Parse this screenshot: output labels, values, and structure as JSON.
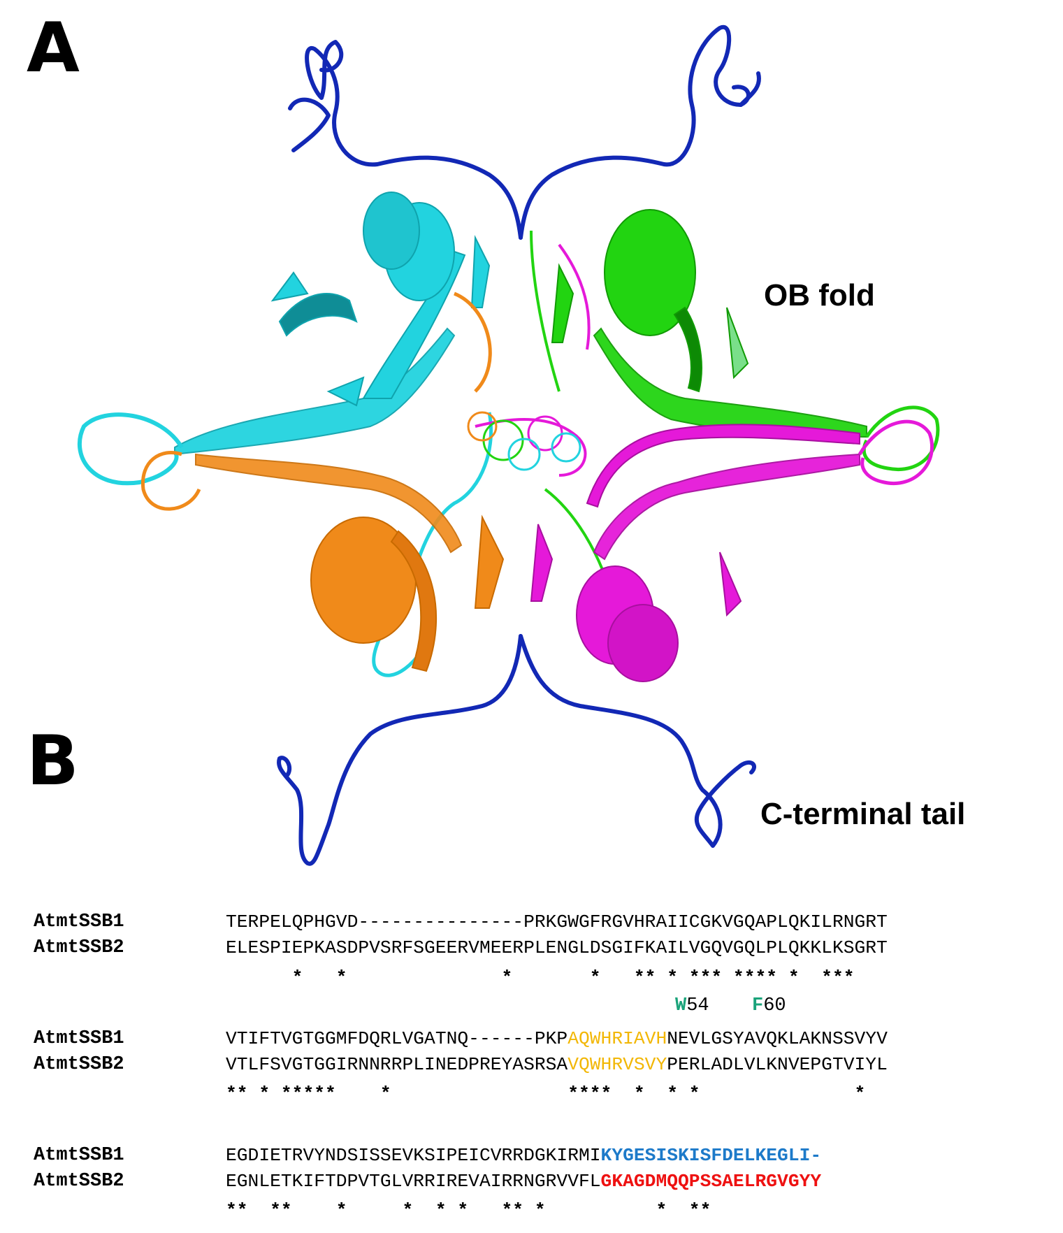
{
  "panel_a": {
    "label": "A"
  },
  "panel_b": {
    "label": "B"
  },
  "annotations": {
    "ob_fold": "OB fold",
    "c_tail": "C-terminal tail"
  },
  "colors": {
    "cyan": "#22d3df",
    "orange": "#f08a1a",
    "green": "#22d411",
    "magenta": "#e519d9",
    "blue": "#1228b5",
    "yellow": "#f2b705",
    "blue_seq": "#1d7ac9",
    "red_seq": "#ee1111",
    "residue_green": "#1aa37a"
  },
  "residue_marks": {
    "w_letter": "W",
    "w_num": "54",
    "f_letter": "F",
    "f_num": "60"
  },
  "alignment": {
    "block1": {
      "ssb1_name": "AtmtSSB1",
      "ssb1_seq": "TERPELQPHGVD---------------PRKGWGFRGVHRAIICGKVGQAPLQKILRNGRT",
      "ssb2_name": "AtmtSSB2",
      "ssb2_seq": "ELESPIEPKASDPVSRFSGEERVMEERPLENGLDSGIFKAILVGQVGQLPLQKKLKSGRT",
      "stars": "      *   *              *       *   ** * *** **** *  ***"
    },
    "block2": {
      "ssb1_name": "AtmtSSB1",
      "ssb1_pre": "VTIFTVGTGGMFDQRLVGATNQ------PKP",
      "ssb1_hl": "AQWHRIAVH",
      "ssb1_post": "NEVLGSYAVQKLAKNSSVYV",
      "ssb2_name": "AtmtSSB2",
      "ssb2_pre": "VTLFSVGTGGIRNNRRPLINEDPREYASRSA",
      "ssb2_hl": "VQWHRVSVY",
      "ssb2_post": "PERLADLVLKNVEPGTVIYL",
      "stars": "** * *****    *                ****  *  * *              *"
    },
    "block3": {
      "ssb1_name": "AtmtSSB1",
      "ssb1_pre": "EGDIETRVYNDSISSEVKSIPEICVRRDGKIRMI",
      "ssb1_hl": "KYGESISKISFDELKEGLI-",
      "ssb2_name": "AtmtSSB2",
      "ssb2_pre": "EGNLETKIFTDPVTGLVRRIREVAIRRNGRVVFL",
      "ssb2_hl": "GKAGDMQQPSSAELRGVGYY",
      "stars": "**  **    *     *  * *   ** *          *  **"
    }
  }
}
